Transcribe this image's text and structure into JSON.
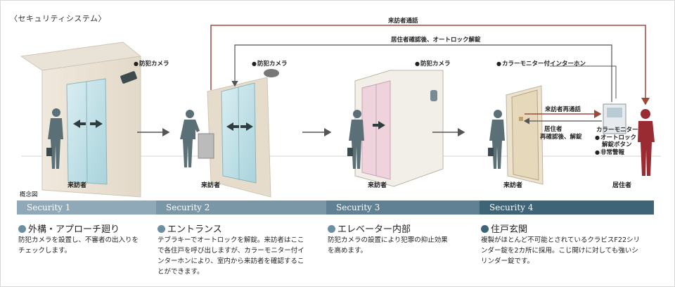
{
  "title": "〈セキュリティシステム〉",
  "concept_label": "概念図",
  "camera_labels": [
    "防犯カメラ",
    "防犯カメラ",
    "防犯カメラ"
  ],
  "intercom_label": "カラーモニター付インターホン",
  "visitor_label": "来訪者",
  "resident_label": "居住者",
  "line_labels": {
    "top": "来訪者通話",
    "second": "居住者確認後、オートロック解錠",
    "recall": "来訪者再通話",
    "confirm_1": "居住者",
    "confirm_2": "再確認後、解錠"
  },
  "monitor_labels": {
    "monitor": "カラーモニター",
    "unlock_1": "オートロック",
    "unlock_2": "解錠ボタン",
    "alarm": "非常警報"
  },
  "sections": [
    {
      "bar": "Security 1",
      "heading": "外構・アプローチ廻り",
      "lines": [
        "防犯カメラを設置し、不審者の出入りを",
        "チェックします。"
      ]
    },
    {
      "bar": "Security 2",
      "heading": "エントランス",
      "lines": [
        "テブラキーでオートロックを解錠。来訪者はここ",
        "で各住戸を呼び出しますが、カラーモニター付イ",
        "ンターホンにより、室内から来訪者を確認するこ",
        "とができます。"
      ]
    },
    {
      "bar": "Security 3",
      "heading": "エレベーター内部",
      "lines": [
        "防犯カメラの設置により犯罪の抑止効果",
        "を高めます。"
      ]
    },
    {
      "bar": "Security 4",
      "heading": "住戸玄関",
      "lines": [
        "複製がほとんど不可能とされているクラビスF22シリ",
        "ンダー錠を2カ所に採用。こじ開けに対しても強いシ",
        "リンダー錠です。"
      ]
    }
  ],
  "colors": {
    "bar_1": "#8fa9b8",
    "bar_2": "#7a97a8",
    "bar_3": "#5f8193",
    "bar_4": "#3d6477",
    "bullet": "#6d8fa3",
    "top_line": "#9c4a38",
    "gray_line": "#666666",
    "figure": "#5b7076",
    "resident": "#9b2b33"
  }
}
